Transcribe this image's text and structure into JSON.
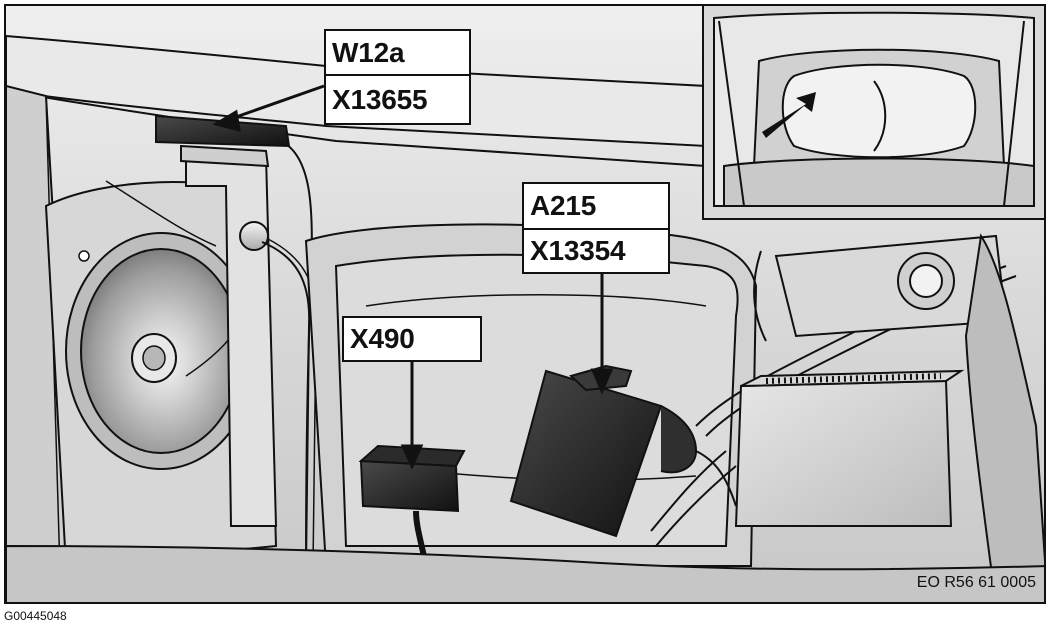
{
  "labels": {
    "w12a": {
      "line1": "W12a",
      "line2": "X13655"
    },
    "a215": {
      "line1": "A215",
      "line2": "X13354"
    },
    "x490": {
      "line1": "X490"
    }
  },
  "reference_code": "EO R56 61 0005",
  "figure_id": "G00445048",
  "colors": {
    "line": "#111111",
    "metal_light": "#e8e8e8",
    "metal_mid": "#bdbdbd",
    "metal_dark": "#8b8b8b",
    "component_black": "#1c1c1c",
    "callout_bg": "#ffffff"
  }
}
